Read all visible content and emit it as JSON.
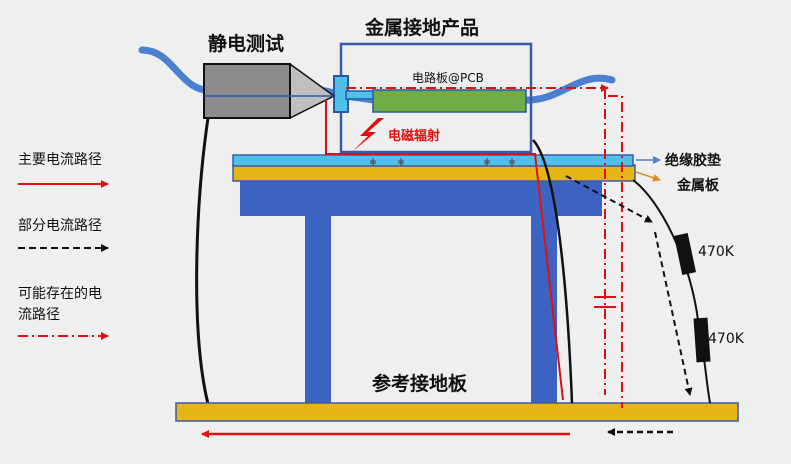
{
  "labels": {
    "esd_test": "静电测试",
    "metal_product": "金属接地产品",
    "pcb": "电路板@PCB",
    "emi": "电磁辐射",
    "insulation_pad": "绝缘胶垫",
    "metal_plate": "金属板",
    "reference_ground_plate": "参考接地板",
    "resistor_top": "470K",
    "resistor_bottom": "470K"
  },
  "legend": {
    "main_path": "主要电流路径",
    "partial_path": "部分电流路径",
    "possible_path_line1": "可能存在的电",
    "possible_path_line2": "流路径"
  },
  "colors": {
    "background": "#efefef",
    "table_blue": "#3d63c2",
    "plate_yellow": "#e7b416",
    "pad_cyan": "#4fc0e8",
    "pcb_green": "#70ad47",
    "cable_blue": "#4a80cf",
    "gun_gray": "#8c8c8c",
    "red": "#e01010"
  }
}
